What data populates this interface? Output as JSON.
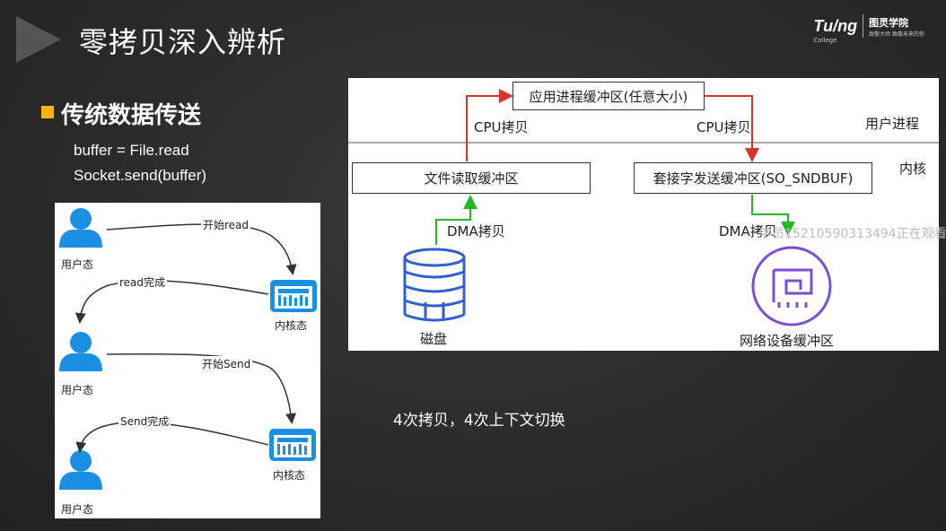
{
  "slide": {
    "title": "零拷贝深入辨析",
    "brand_name": "Tu/ng",
    "brand_sub": "College",
    "brand_cn": "图灵学院",
    "brand_cn_sub": "致敬大师 致敬未来的你"
  },
  "section": {
    "heading": "传统数据传送",
    "code_line1": "buffer = File.read",
    "code_line2": "Socket.send(buffer)"
  },
  "left_diagram": {
    "user_label": "用户态",
    "kernel_label": "内核态",
    "step1": "开始read",
    "step2": "read完成",
    "step3": "开始Send",
    "step4": "Send完成"
  },
  "right_diagram": {
    "app_buffer": "应用进程缓冲区(任意大小)",
    "cpu_copy_left": "CPU拷贝",
    "cpu_copy_right": "CPU拷贝",
    "user_process": "用户进程",
    "kernel": "内核",
    "file_read_buffer": "文件读取缓冲区",
    "socket_buffer": "套接字发送缓冲区(SO_SNDBUF)",
    "dma_copy_left": "DMA拷贝",
    "dma_copy_right": "DMA拷贝",
    "disk_label": "磁盘",
    "nic_label": "网络设备缓冲区"
  },
  "note": "4次拷贝，4次上下文切换",
  "watermark": "学员15210590313494正在观看",
  "colors": {
    "accent_bullet": "#f5b700",
    "cpu_arrow": "#d9342b",
    "dma_arrow": "#22b822",
    "icon_blue": "#1a8fe3",
    "disk_blue": "#2f5fd0",
    "nic_purple": "#7b4fd1"
  }
}
